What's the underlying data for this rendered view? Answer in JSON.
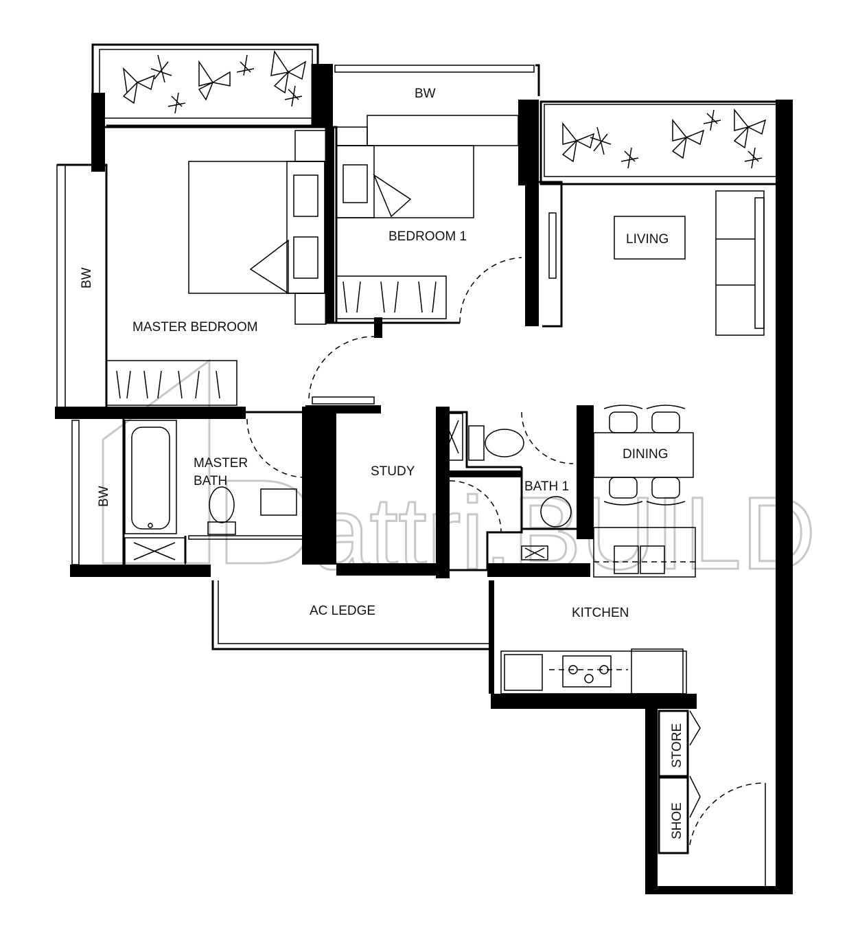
{
  "watermark": {
    "text": "attri.BUILD"
  },
  "rooms": {
    "master_bedroom": "MASTER BEDROOM",
    "bedroom_1": "BEDROOM 1",
    "living": "LIVING",
    "study": "STUDY",
    "master_bath_line1": "MASTER",
    "master_bath_line2": "BATH",
    "bath_1": "BATH 1",
    "dining": "DINING",
    "ac_ledge": "AC LEDGE",
    "kitchen": "KITCHEN",
    "store": "STORE",
    "shoe": "SHOE",
    "bw_top": "BW",
    "bw_left_upper": "BW",
    "bw_left_lower": "BW"
  },
  "colors": {
    "line": "#000000",
    "watermark": "#c8c8c8",
    "background": "#ffffff"
  },
  "icons": [
    "plant-icon",
    "bed-icon",
    "sofa-icon",
    "toilet-icon",
    "bathtub-icon",
    "basin-icon",
    "stove-icon",
    "sink-icon",
    "chair-icon",
    "wardrobe-icon"
  ]
}
